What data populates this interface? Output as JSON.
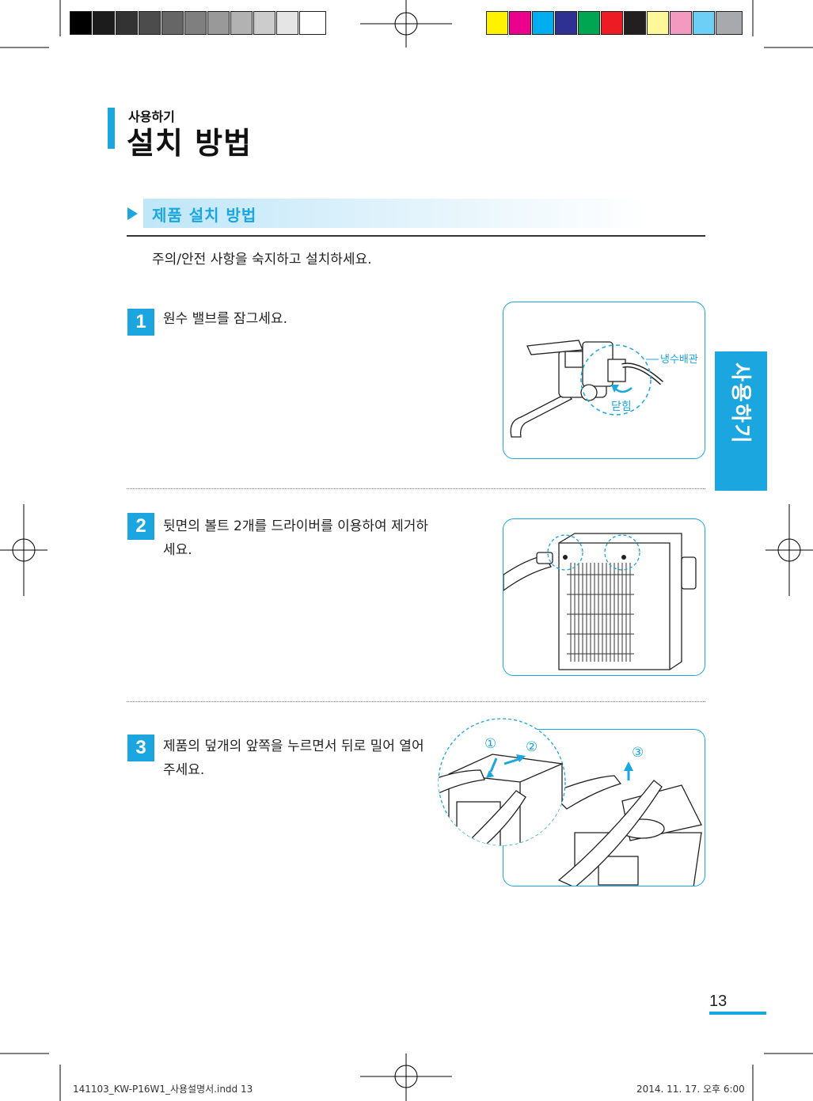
{
  "section": {
    "kicker": "사용하기",
    "title": "설치 방법"
  },
  "subsection": {
    "title": "제품 설치 방법"
  },
  "intro": "주의/안전 사항을 숙지하고 설치하세요.",
  "steps": [
    {
      "num": "1",
      "text": "원수 밸브를 잠그세요."
    },
    {
      "num": "2",
      "text": "뒷면의 볼트 2개를 드라이버를 이용하여 제거하세요."
    },
    {
      "num": "3",
      "text": "제품의 덮개의 앞쪽을 누르면서 뒤로 밀어 열어주세요."
    }
  ],
  "figure1": {
    "label_pipe": "냉수배관",
    "label_close": "닫힘"
  },
  "figure3": {
    "mark1": "①",
    "mark2": "②",
    "mark3": "③"
  },
  "side_tab": "사용하기",
  "page_number": "13",
  "footer": {
    "left": "141103_KW-P16W1_사용설명서.indd   13",
    "right": "2014. 11. 17.   오후 6:00"
  },
  "colors": {
    "accent": "#1ba6e0"
  }
}
